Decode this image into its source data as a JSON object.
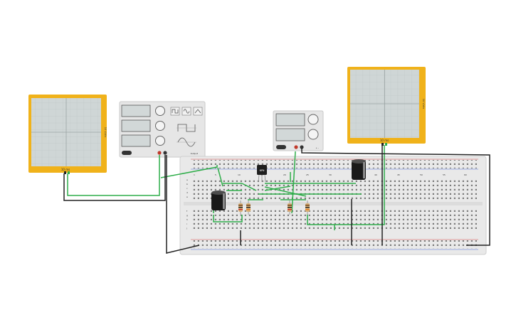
{
  "oscilloscope_left": {
    "time_label": "10 ms",
    "volts_label": "10 V/div"
  },
  "oscilloscope_right": {
    "time_label": "10 ms",
    "volts_label": "10 V/div"
  },
  "function_generator": {
    "waveforms": [
      "square",
      "sine",
      "triangle"
    ],
    "output_label": "Output",
    "sig_icons": [
      "square-wave-icon",
      "sine-wave-icon"
    ]
  },
  "power_supply": {
    "output_label": "+  -"
  },
  "breadboard": {
    "transistor_label": "NPN",
    "column_numbers": [
      "1",
      "5",
      "10",
      "15",
      "20",
      "25",
      "30",
      "35",
      "40",
      "45",
      "50",
      "55",
      "60"
    ],
    "row_letters_top": [
      "a",
      "b",
      "c",
      "d",
      "e"
    ],
    "row_letters_bottom": [
      "f",
      "g",
      "h",
      "i",
      "j"
    ]
  },
  "colors": {
    "scope_frame": "#f0b21a",
    "screen": "#cfd6d6",
    "wire_green": "#2fae4a",
    "wire_black": "#222222",
    "breadboard": "#e9e9e9",
    "instrument_body": "#e6e6e6"
  }
}
